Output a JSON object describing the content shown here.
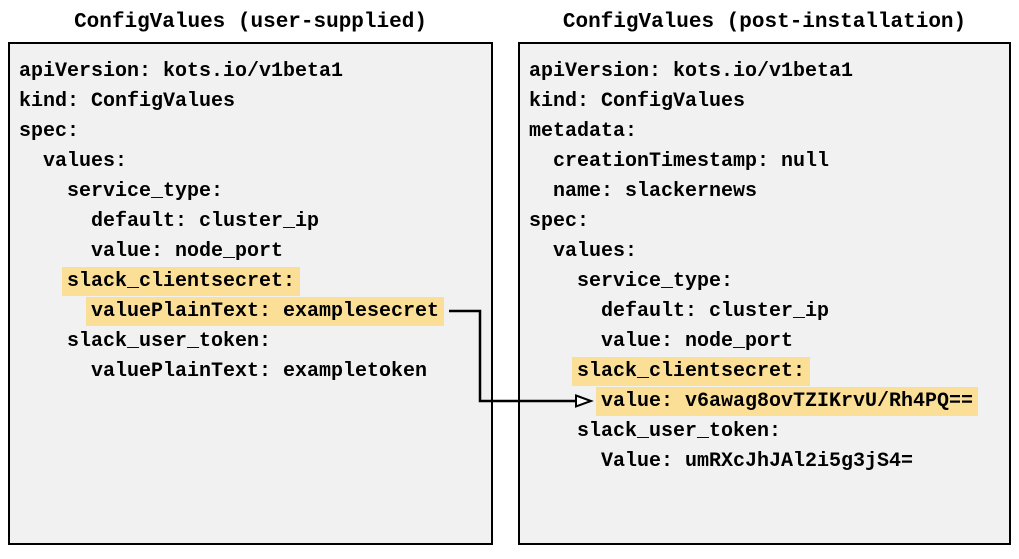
{
  "colors": {
    "page_bg": "#ffffff",
    "panel_bg": "#f1f1f1",
    "panel_border": "#000000",
    "highlight": "#fbdf96",
    "text": "#000000"
  },
  "icons": {
    "connector_arrow": "elbow-right-arrow"
  },
  "left_panel": {
    "title": "ConfigValues (user-supplied)",
    "lines": [
      {
        "indent": 0,
        "text": "apiVersion: kots.io/v1beta1",
        "highlighted": false
      },
      {
        "indent": 0,
        "text": "kind: ConfigValues",
        "highlighted": false
      },
      {
        "indent": 0,
        "text": "spec:",
        "highlighted": false
      },
      {
        "indent": 1,
        "text": "values:",
        "highlighted": false
      },
      {
        "indent": 2,
        "text": "service_type:",
        "highlighted": false
      },
      {
        "indent": 3,
        "text": "default: cluster_ip",
        "highlighted": false
      },
      {
        "indent": 3,
        "text": "value: node_port",
        "highlighted": false
      },
      {
        "indent": 2,
        "text": "slack_clientsecret:",
        "highlighted": true
      },
      {
        "indent": 3,
        "text": "valuePlainText: examplesecret",
        "highlighted": true
      },
      {
        "indent": 2,
        "text": "slack_user_token:",
        "highlighted": false
      },
      {
        "indent": 3,
        "text": "valuePlainText: exampletoken",
        "highlighted": false
      }
    ]
  },
  "right_panel": {
    "title": "ConfigValues (post-installation)",
    "lines": [
      {
        "indent": 0,
        "text": "apiVersion: kots.io/v1beta1",
        "highlighted": false
      },
      {
        "indent": 0,
        "text": "kind: ConfigValues",
        "highlighted": false
      },
      {
        "indent": 0,
        "text": "metadata:",
        "highlighted": false
      },
      {
        "indent": 1,
        "text": "creationTimestamp: null",
        "highlighted": false
      },
      {
        "indent": 1,
        "text": "name: slackernews",
        "highlighted": false
      },
      {
        "indent": 0,
        "text": "spec:",
        "highlighted": false
      },
      {
        "indent": 1,
        "text": "values:",
        "highlighted": false
      },
      {
        "indent": 2,
        "text": "service_type:",
        "highlighted": false
      },
      {
        "indent": 3,
        "text": "default: cluster_ip",
        "highlighted": false
      },
      {
        "indent": 3,
        "text": "value: node_port",
        "highlighted": false
      },
      {
        "indent": 2,
        "text": "slack_clientsecret:",
        "highlighted": true
      },
      {
        "indent": 3,
        "text": "value: v6awag8ovTZIKrvU/Rh4PQ==",
        "highlighted": true
      },
      {
        "indent": 2,
        "text": "slack_user_token:",
        "highlighted": false
      },
      {
        "indent": 3,
        "text": "Value: umRXcJhJAl2i5g3jS4=",
        "highlighted": false
      }
    ]
  }
}
